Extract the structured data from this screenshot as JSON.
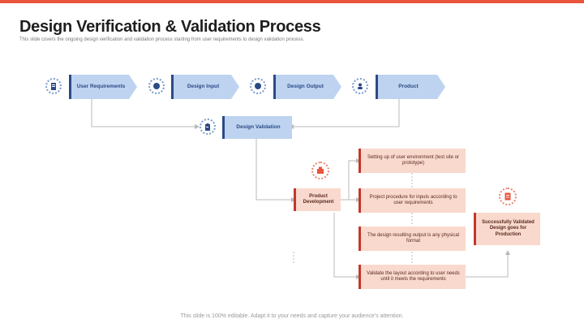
{
  "header": {
    "title": "Design Verification & Validation Process",
    "subtitle": "This slide covers the ongoing design verification and validation process starting from user requirements to design validation process."
  },
  "flow": {
    "user_requirements": "User Requirements",
    "design_input": "Design Input",
    "design_output": "Design Output",
    "product": "Product",
    "design_validation": "Design Validation"
  },
  "process": {
    "product_development": "Product Development",
    "step1": "Setting up of user environment (test site or prototype)",
    "step2": "Project procedure for inputs according to user requirements",
    "step3": "The design resulting output is any physical format",
    "step4": "Validate the layout according to user needs until it meets the requirements",
    "result": "Successfully Validated Design goes for Production"
  },
  "footer": {
    "text": "This slide is 100% editable. Adapt it to your needs and capture your audience's attention."
  },
  "colors": {
    "accent_bar": "#e8543c",
    "blue_fill": "#bdd3f0",
    "blue_dark": "#2b4a86",
    "salmon_fill": "#f9d9cd",
    "red_dark": "#c0392b"
  },
  "icons": [
    "document-icon",
    "gear-icon",
    "settings-icon",
    "people-icon",
    "clipboard-icon",
    "box-icon",
    "checklist-icon"
  ]
}
